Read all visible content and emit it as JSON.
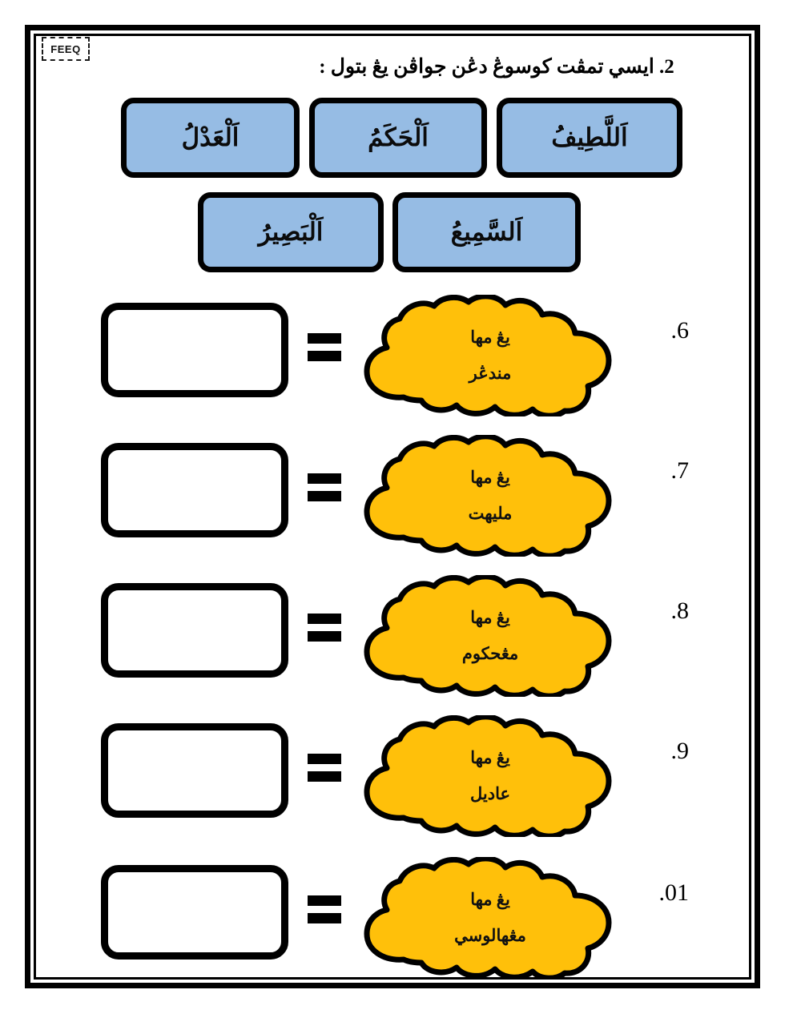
{
  "page": {
    "watermark": "FEEQ",
    "colors": {
      "option_box_fill": "#96bce4",
      "cloud_fill": "#ffc00a",
      "outline": "#000000",
      "page_background": "#ffffff"
    }
  },
  "title": {
    "text": "2. ايسي تمڤت كوسوڠ دڠن جواڤن يڠ بتول :"
  },
  "word_bank": {
    "row1": [
      {
        "id": "latif",
        "label": "اَللَّطِيفُ"
      },
      {
        "id": "hakam",
        "label": "اَلْحَكَمُ"
      },
      {
        "id": "adl",
        "label": "اَلْعَدْلُ"
      }
    ],
    "row2": [
      {
        "id": "sami",
        "label": "اَلسَّمِيعُ"
      },
      {
        "id": "basir",
        "label": "اَلْبَصِيرُ"
      }
    ]
  },
  "questions": [
    {
      "number": "6.",
      "answer_value": "",
      "operator": "=",
      "cloud_line1": "يڠ مها",
      "cloud_line2": "مندڠر"
    },
    {
      "number": "7.",
      "answer_value": "",
      "operator": "=",
      "cloud_line1": "يڠ مها",
      "cloud_line2": "مليهت"
    },
    {
      "number": "8.",
      "answer_value": "",
      "operator": "=",
      "cloud_line1": "يڠ مها",
      "cloud_line2": "مڠحكوم"
    },
    {
      "number": "9.",
      "answer_value": "",
      "operator": "=",
      "cloud_line1": "يڠ مها",
      "cloud_line2": "عاديل"
    },
    {
      "number": "10.",
      "answer_value": "",
      "operator": "=",
      "cloud_line1": "يڠ مها",
      "cloud_line2": "مڠهالوسي"
    }
  ]
}
